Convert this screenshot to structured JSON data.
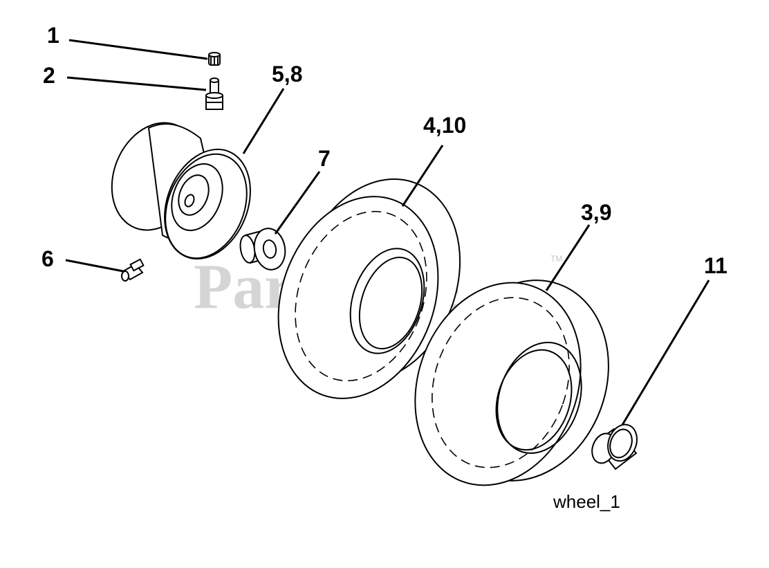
{
  "callouts": {
    "c1": "1",
    "c2": "2",
    "c58": "5,8",
    "c6": "6",
    "c7": "7",
    "c410": "4,10",
    "c39": "3,9",
    "c11": "11"
  },
  "caption": "wheel_1",
  "watermark": {
    "text": "PartsTree",
    "trademark": "TM"
  }
}
